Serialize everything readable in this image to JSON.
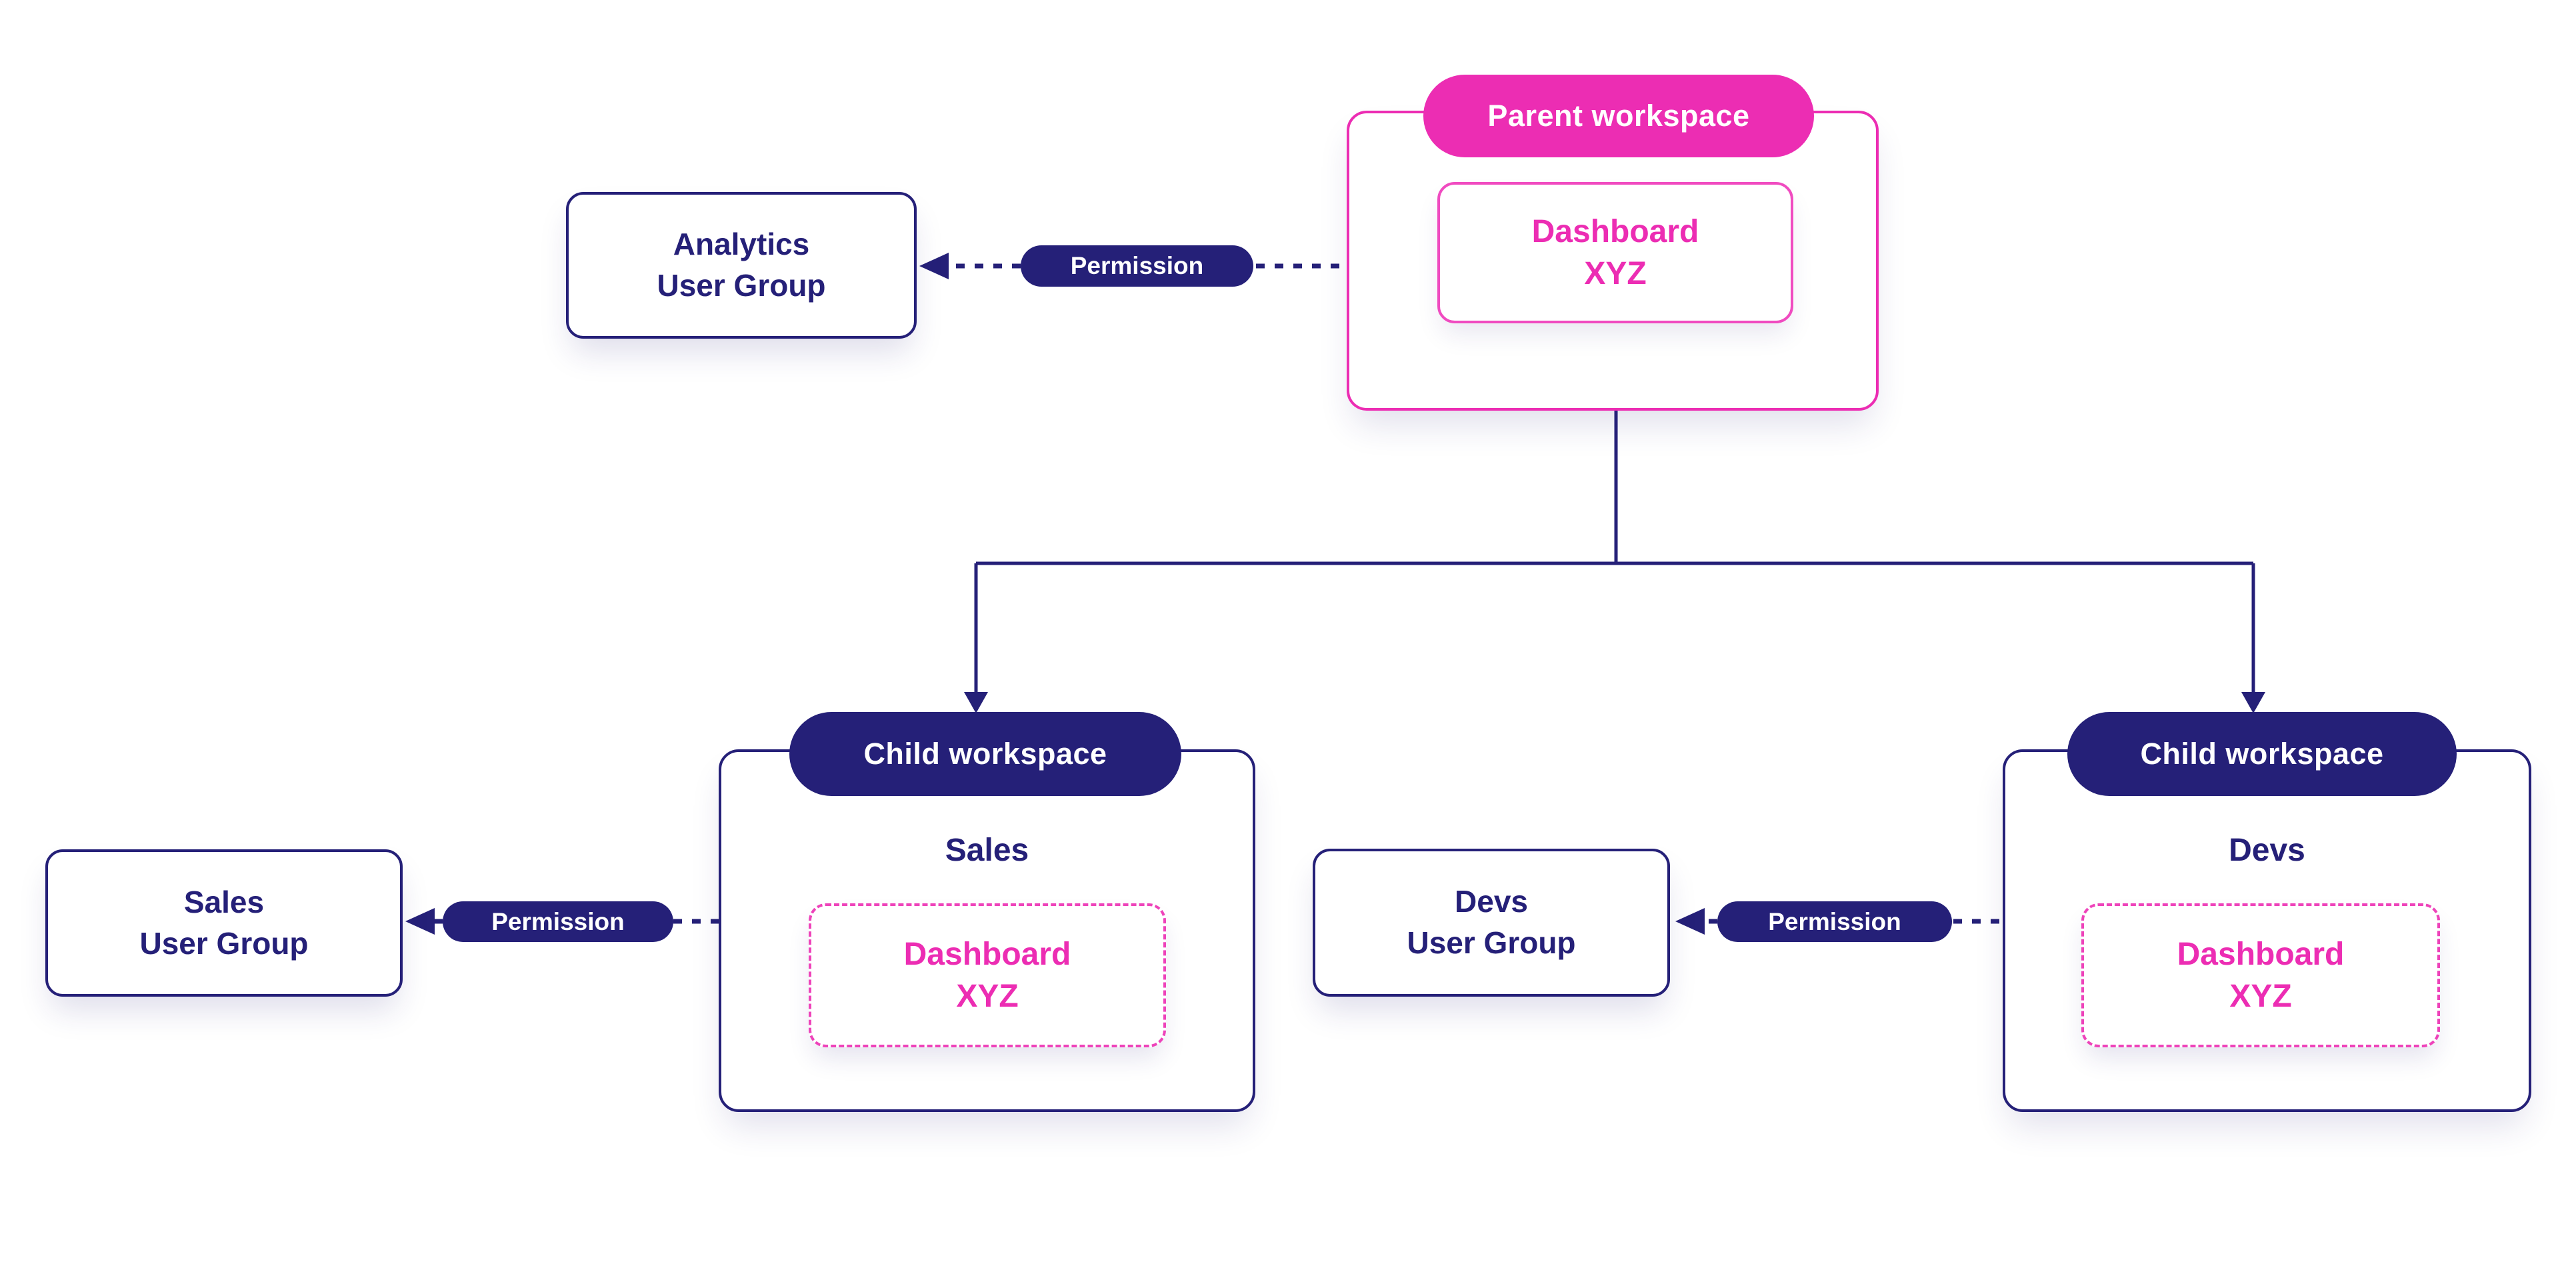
{
  "diagram": {
    "colors": {
      "navy": "#252078",
      "pink": "#EC2DB3"
    },
    "permission_label": "Permission",
    "parent_workspace": {
      "badge": "Parent workspace",
      "dashboard": {
        "line1": "Dashboard",
        "line2": "XYZ"
      }
    },
    "child_workspaces": {
      "sales": {
        "badge": "Child workspace",
        "name": "Sales",
        "dashboard": {
          "line1": "Dashboard",
          "line2": "XYZ"
        }
      },
      "devs": {
        "badge": "Child workspace",
        "name": "Devs",
        "dashboard": {
          "line1": "Dashboard",
          "line2": "XYZ"
        }
      }
    },
    "user_groups": {
      "analytics": {
        "line1": "Analytics",
        "line2": "User Group"
      },
      "sales": {
        "line1": "Sales",
        "line2": "User Group"
      },
      "devs": {
        "line1": "Devs",
        "line2": "User Group"
      }
    }
  }
}
